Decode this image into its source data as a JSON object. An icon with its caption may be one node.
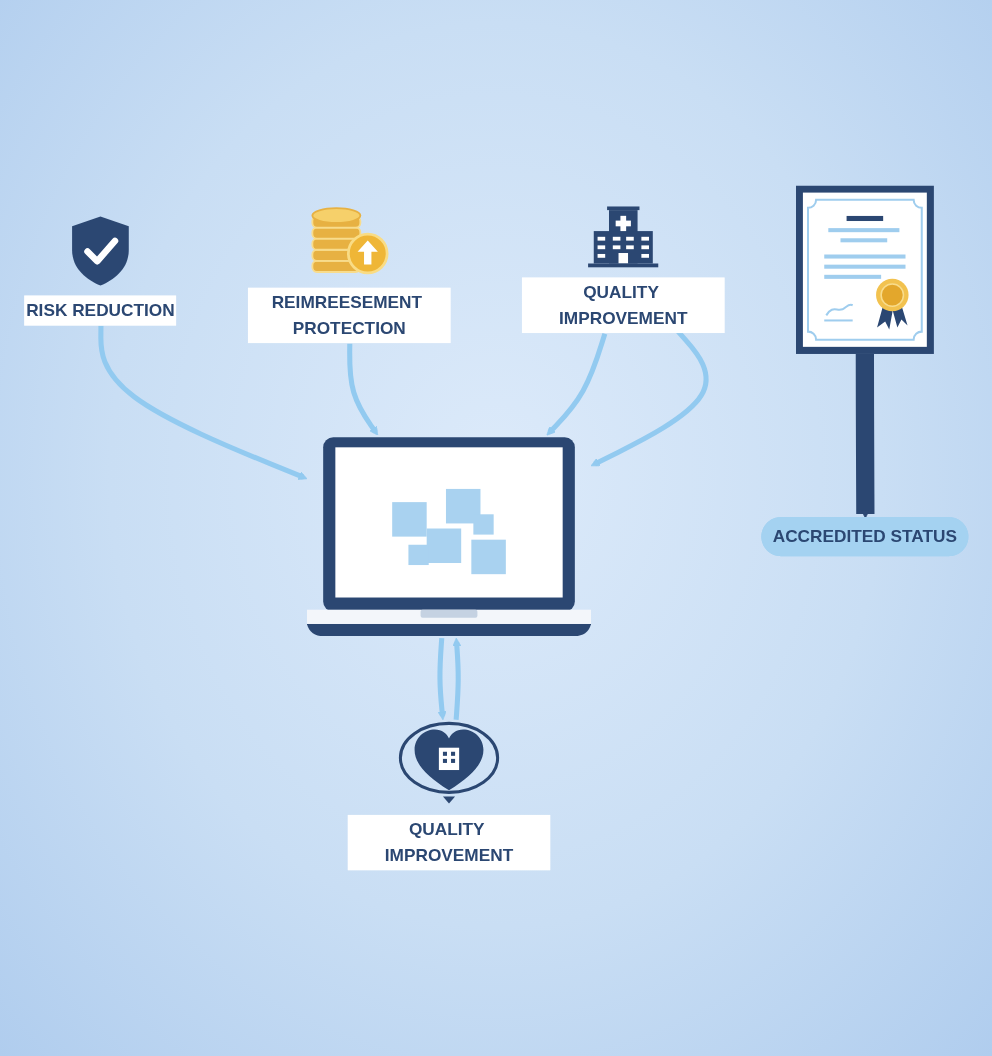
{
  "diagram": {
    "nodes": [
      {
        "text": [
          "RISK REDUCTION"
        ]
      },
      {
        "text": [
          "REIMREESEMENT PROTECTION"
        ]
      },
      {
        "text": [],
        "shape": "picture"
      },
      {
        "text": [
          "QUALITY IMPROVEMENT"
        ]
      },
      {
        "text": [
          "QUALITY IMPROVEMENT"
        ]
      },
      {
        "text": [],
        "shape": "picture"
      },
      {
        "text": [
          "ACCREDITED STATUS"
        ]
      }
    ],
    "edges": [
      {
        "from": 0,
        "to": 2,
        "arrow": "to"
      },
      {
        "from": 1,
        "to": 2,
        "arrow": "to"
      },
      {
        "from": 3,
        "to": 2,
        "arrow": "to"
      },
      {
        "from": 2,
        "to": 4,
        "arrow": "to"
      },
      {
        "from": 3,
        "to": 2,
        "arrow": "to"
      },
      {
        "from": 4,
        "to": 2,
        "arrow": "to"
      },
      {
        "from": 5,
        "to": 6,
        "arrow": "to",
        "style": "thick",
        "color": "#2b4772"
      }
    ]
  }
}
